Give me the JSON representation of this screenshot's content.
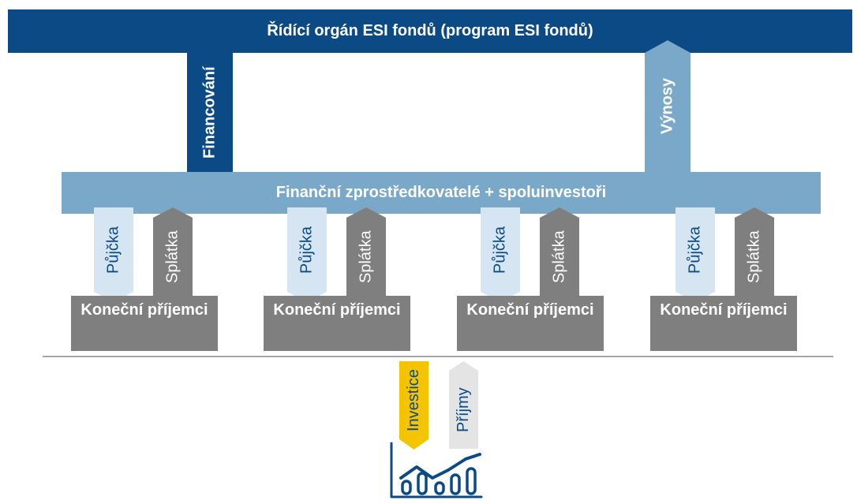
{
  "top": {
    "label": "Řídící orgán ESI fondů (program ESI fondů)"
  },
  "middle": {
    "label": "Finanční zprostředkovatelé + spoluinvestoři"
  },
  "arrows": {
    "financing": "Financování",
    "returns": "Výnosy",
    "loan": "Půjčka",
    "repayment": "Splátka",
    "investment": "Investice",
    "income": "Příjmy"
  },
  "recipients": [
    {
      "label": "Koneční příjemci"
    },
    {
      "label": "Koneční příjemci"
    },
    {
      "label": "Koneční příjemci"
    },
    {
      "label": "Koneční příjemci"
    }
  ],
  "colors": {
    "dark_blue": "#0b4a85",
    "mid_blue": "#7aa8c9",
    "light_blue": "#d5e6f2",
    "gray": "#7f7f7f",
    "light_gray": "#e4e4e4",
    "yellow": "#f5c400",
    "chart_icon": "#0b4a85"
  },
  "icons": [
    "bar-chart-growth-icon"
  ]
}
